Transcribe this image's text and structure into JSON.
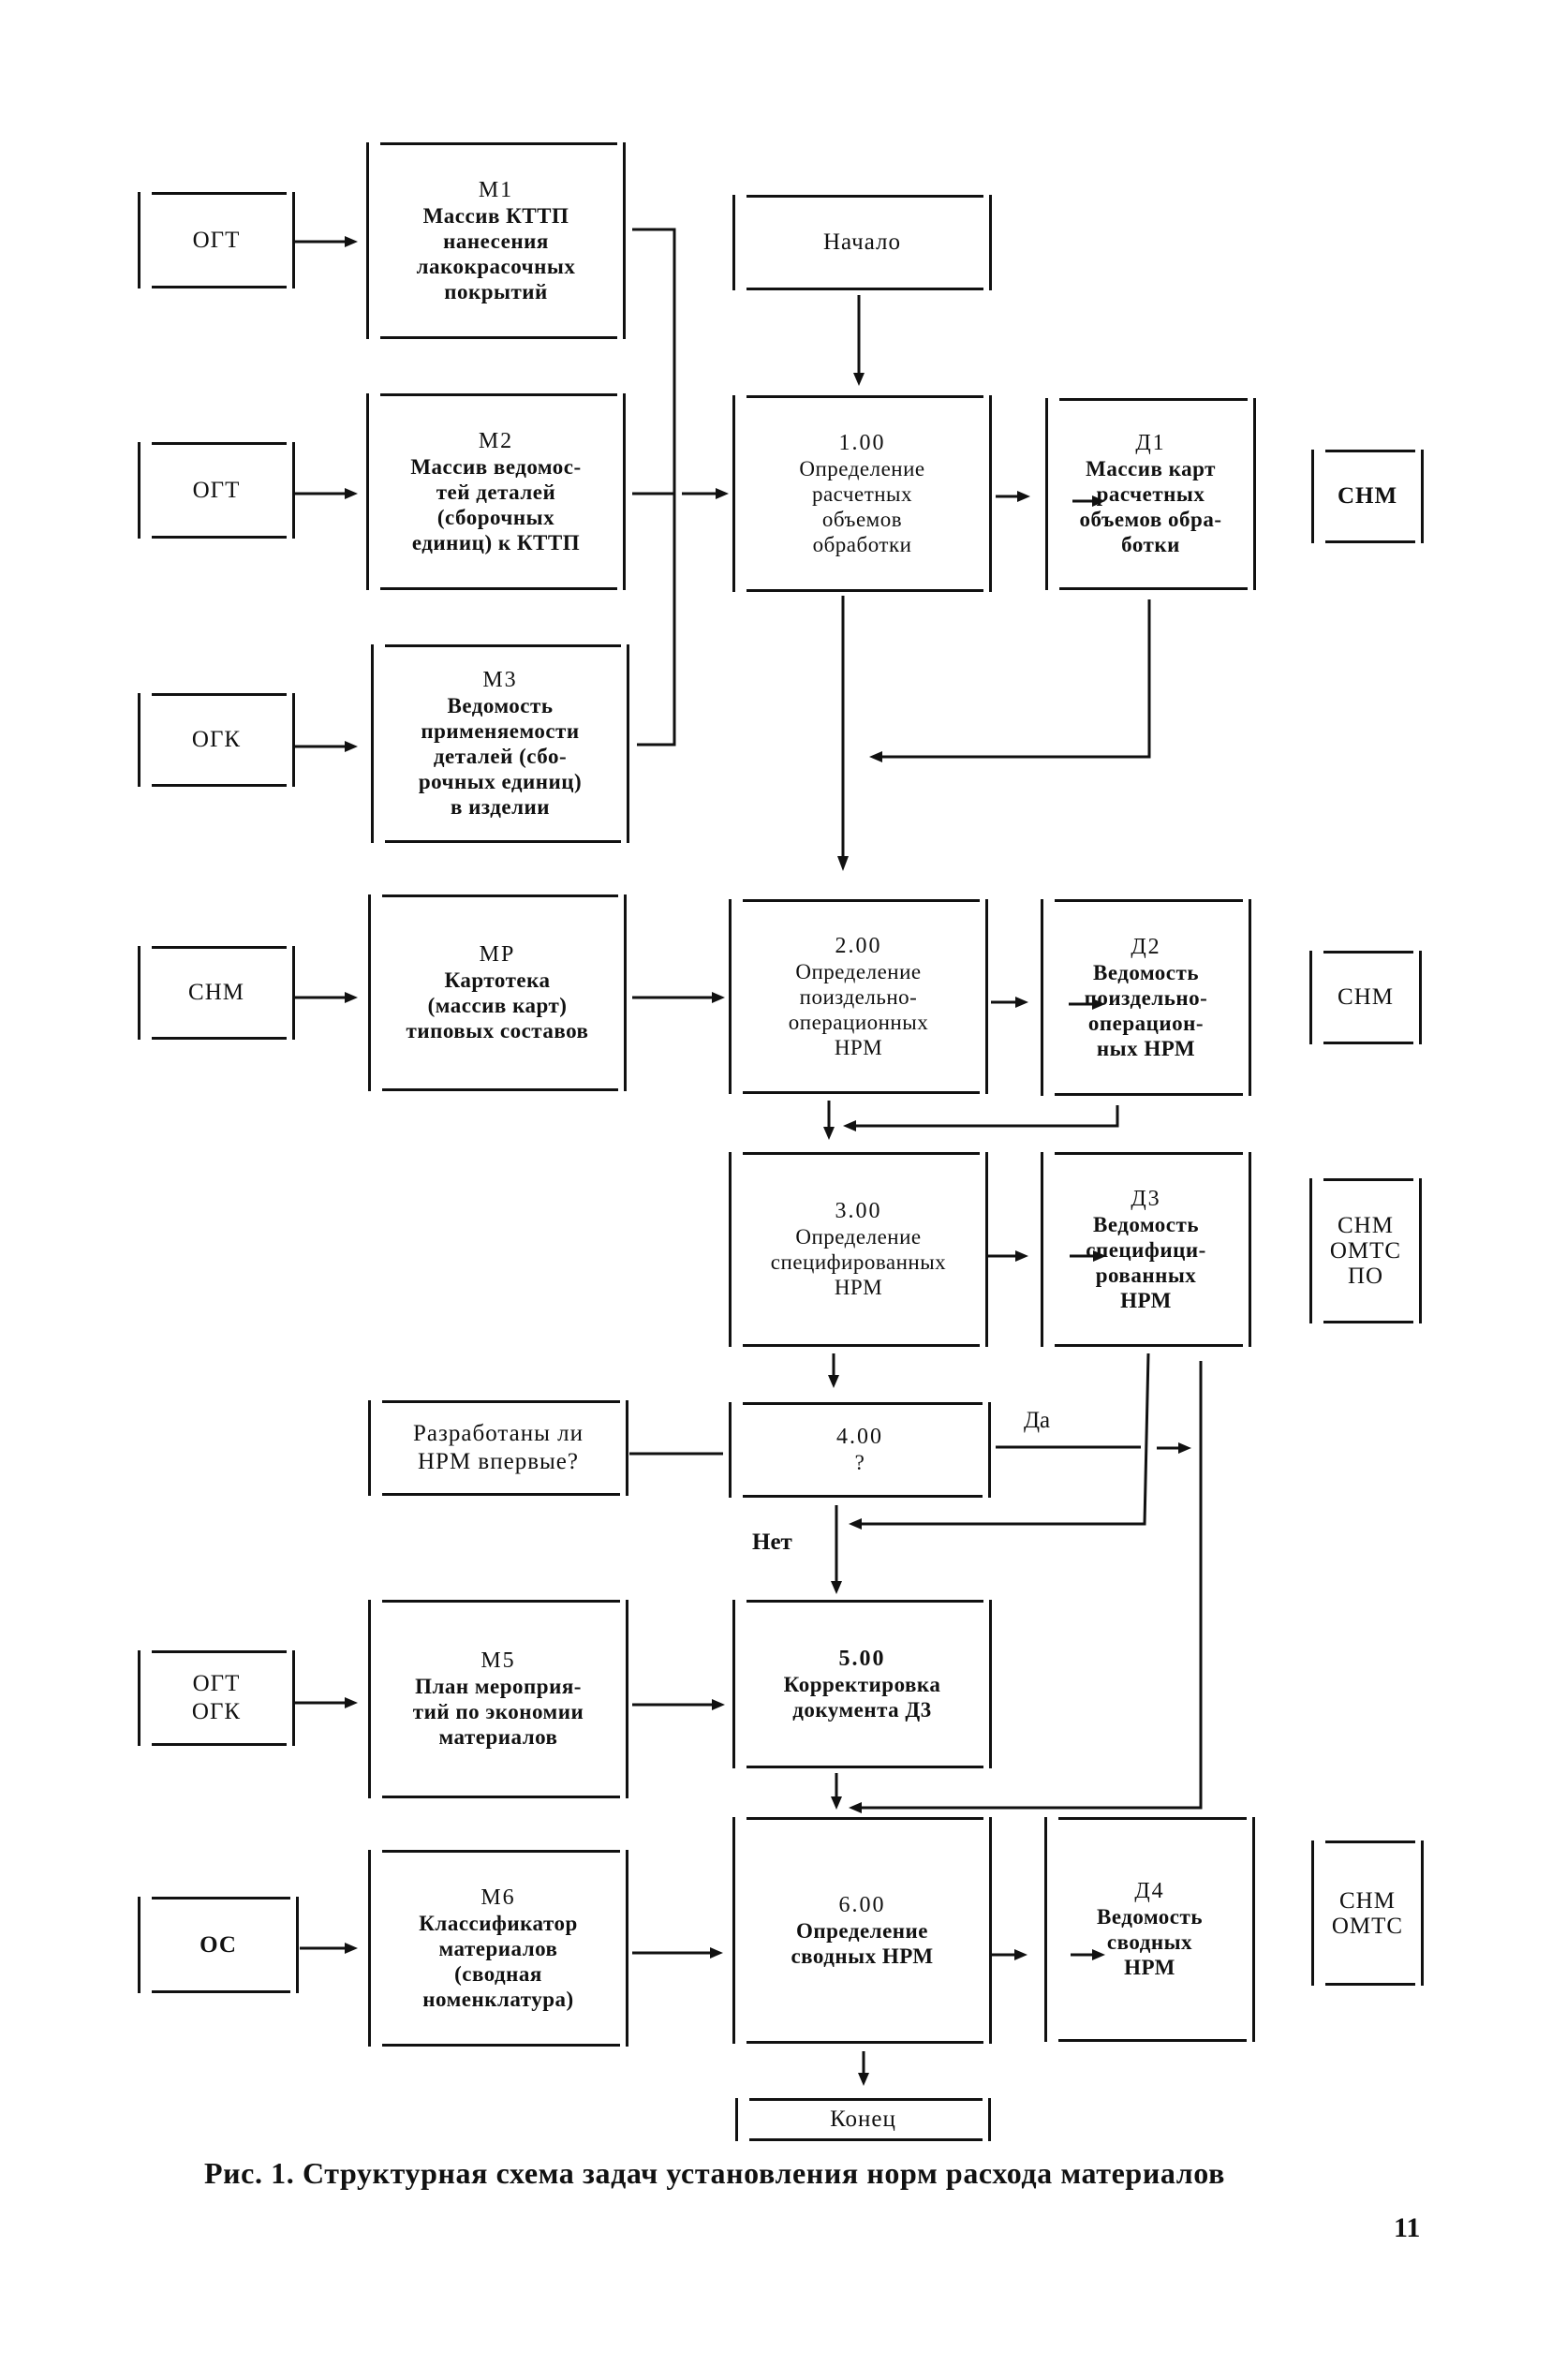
{
  "figure": {
    "caption": "Рис. 1. Структурная схема задач установления норм расхода материалов",
    "page_number": "11"
  },
  "sources": {
    "s1": "ОГТ",
    "s2": "ОГТ",
    "s3": "ОГК",
    "s4": "СНМ",
    "s5": "ОГТ\nОГК",
    "s6": "ОС"
  },
  "arrays": {
    "m1": {
      "code": "М1",
      "text": "Массив КТТП\nнанесения\nлакокрасочных\nпокрытий"
    },
    "m2": {
      "code": "М2",
      "text": "Массив ведомос-\nтей деталей\n(сборочных\nединиц) к КТТП"
    },
    "m3": {
      "code": "М3",
      "text": "Ведомость\nприменяемости\nдеталей (сбо-\nрочных единиц)\nв изделии"
    },
    "mr": {
      "code": "МР",
      "text": "Картотека\n(массив карт)\nтиповых составов"
    },
    "m5": {
      "code": "М5",
      "text": "План мероприя-\nтий по экономии\nматериалов"
    },
    "m6": {
      "code": "М6",
      "text": "Классификатор\nматериалов\n(сводная\nноменклатура)"
    }
  },
  "tasks": {
    "start": {
      "text": "Начало"
    },
    "t1": {
      "code": "1.00",
      "text": "Определение\nрасчетных\nобъемов\nобработки"
    },
    "t2": {
      "code": "2.00",
      "text": "Определение\nпоиздельно-\nоперационных\nНРМ"
    },
    "t3": {
      "code": "3.00",
      "text": "Определение\nспецифированных\nНРМ"
    },
    "t4": {
      "code": "4.00",
      "text": "?"
    },
    "t5": {
      "code": "5.00",
      "text": "Корректировка\nдокумента Д3"
    },
    "t6": {
      "code": "6.00",
      "text": "Определение\nсводных НРМ"
    },
    "end": {
      "text": "Конец"
    }
  },
  "question": {
    "text": "Разработаны ли\nНРМ впервые?"
  },
  "branches": {
    "yes": "Да",
    "no": "Нет"
  },
  "documents": {
    "d1": {
      "code": "Д1",
      "text": "Массив карт\nрасчетных\nобъемов обра-\nботки"
    },
    "d2": {
      "code": "Д2",
      "text": "Ведомость\nпоиздельно-\nоперацион-\nных НРМ"
    },
    "d3": {
      "code": "Д3",
      "text": "Ведомость\nспецифици-\nрованных\nНРМ"
    },
    "d4": {
      "code": "Д4",
      "text": "Ведомость\nсводных\nНРМ"
    }
  },
  "recipients": {
    "r1": "СНМ",
    "r2": "СНМ",
    "r3": "СНМ\nОМТС\nПО",
    "r4": "СНМ\nОМТС"
  }
}
